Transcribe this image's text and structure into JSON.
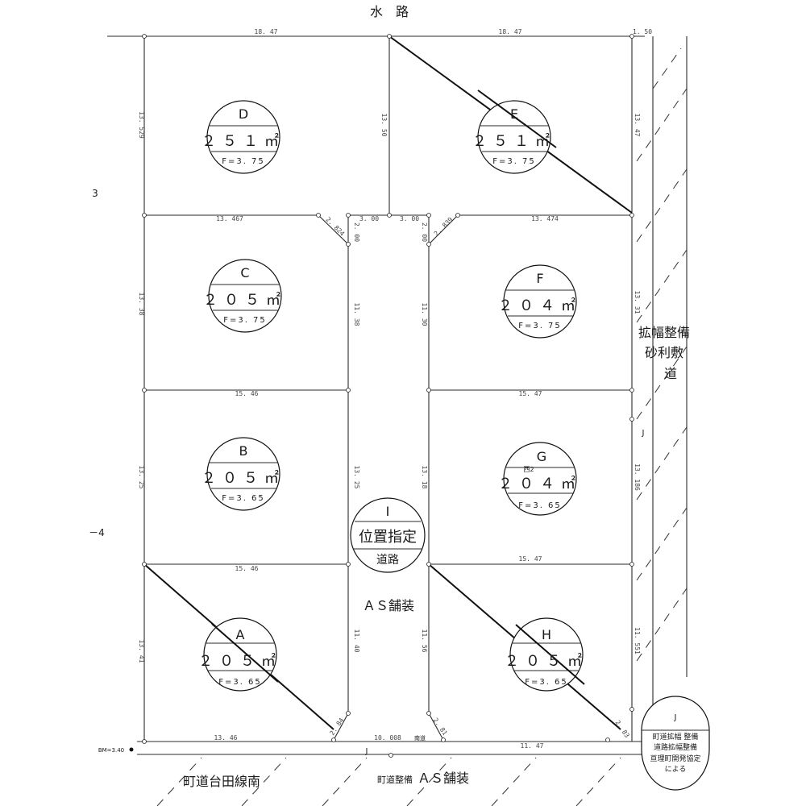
{
  "labels": {
    "top_waterway": "水　路",
    "as_paving_center": "ＡＳ舗装",
    "right_road_line1": "拡幅整備",
    "right_road_line2": "砂利敷",
    "right_road_line3": "道",
    "bottom_road_name": "町道台田線南",
    "bottom_road_maint": "町道整備",
    "bottom_as_paving": "ＡＳ舗装",
    "left_mark_3": "3",
    "left_mark_minus4": "－4",
    "bm_label": "BM=3.40",
    "j_mark_road": "J",
    "j_mark_bottom": "J",
    "south_road_note": "南道"
  },
  "legend": {
    "letter": "J",
    "line1": "町道拡幅 整備",
    "line2": "道路拡幅整備",
    "line3": "亘理町開発協定",
    "line4": "による"
  },
  "lots": {
    "D": {
      "letter": "D",
      "area": "２５１㎡",
      "f": "F=3. 75"
    },
    "E": {
      "letter": "E",
      "area": "２５１㎡",
      "f": "F=3. 75"
    },
    "C": {
      "letter": "C",
      "area": "２０５㎡",
      "f": "F=3. 75"
    },
    "F": {
      "letter": "F",
      "area": "２０４㎡",
      "f": "F=3. 75"
    },
    "B": {
      "letter": "B",
      "area": "２０５㎡",
      "f": "F=3. 65"
    },
    "G": {
      "letter": "G",
      "area": "２０４㎡",
      "f": "F=3. 65",
      "note": "西2"
    },
    "A": {
      "letter": "A",
      "area": "２０５㎡",
      "f": "F=3. 65"
    },
    "H": {
      "letter": "H",
      "area": "２０５㎡",
      "f": "F=3. 65"
    },
    "I": {
      "letter": "I",
      "line1": "位置指定",
      "line2": "道路"
    }
  },
  "dimensions": {
    "top_left": "18. 47",
    "top_right": "18. 47",
    "top_strip": "1. 50",
    "d_left": "13. 529",
    "d_right": "13. 50",
    "e_right": "13. 47",
    "dc_divider": "13. 467",
    "ef_divider": "13. 474",
    "corner_c": "2. 824",
    "corner_f": "2. 839",
    "road_top_left": "3. 00",
    "road_top_right": "3. 00",
    "road_cut_left": "2. 00",
    "road_cut_right": "2. 00",
    "c_left": "13. 38",
    "c_right": "11. 38",
    "f_left": "11. 30",
    "f_right": "13. 31",
    "cb_divider": "15. 46",
    "fg_divider": "15. 47",
    "b_left": "13. 25",
    "b_right": "13. 25",
    "g_left": "13. 18",
    "g_right": "13. 186",
    "ba_divider": "15. 46",
    "gh_divider": "15. 47",
    "a_left": "13. 41",
    "a_right": "11. 40",
    "h_left": "11. 56",
    "h_right": "11. 551",
    "corner_a": "2. 84",
    "corner_h_left": "2. 81",
    "corner_h_right": "2. 83",
    "bottom_a": "13. 46",
    "bottom_road": "10. 008",
    "bottom_h": "11. 47"
  }
}
